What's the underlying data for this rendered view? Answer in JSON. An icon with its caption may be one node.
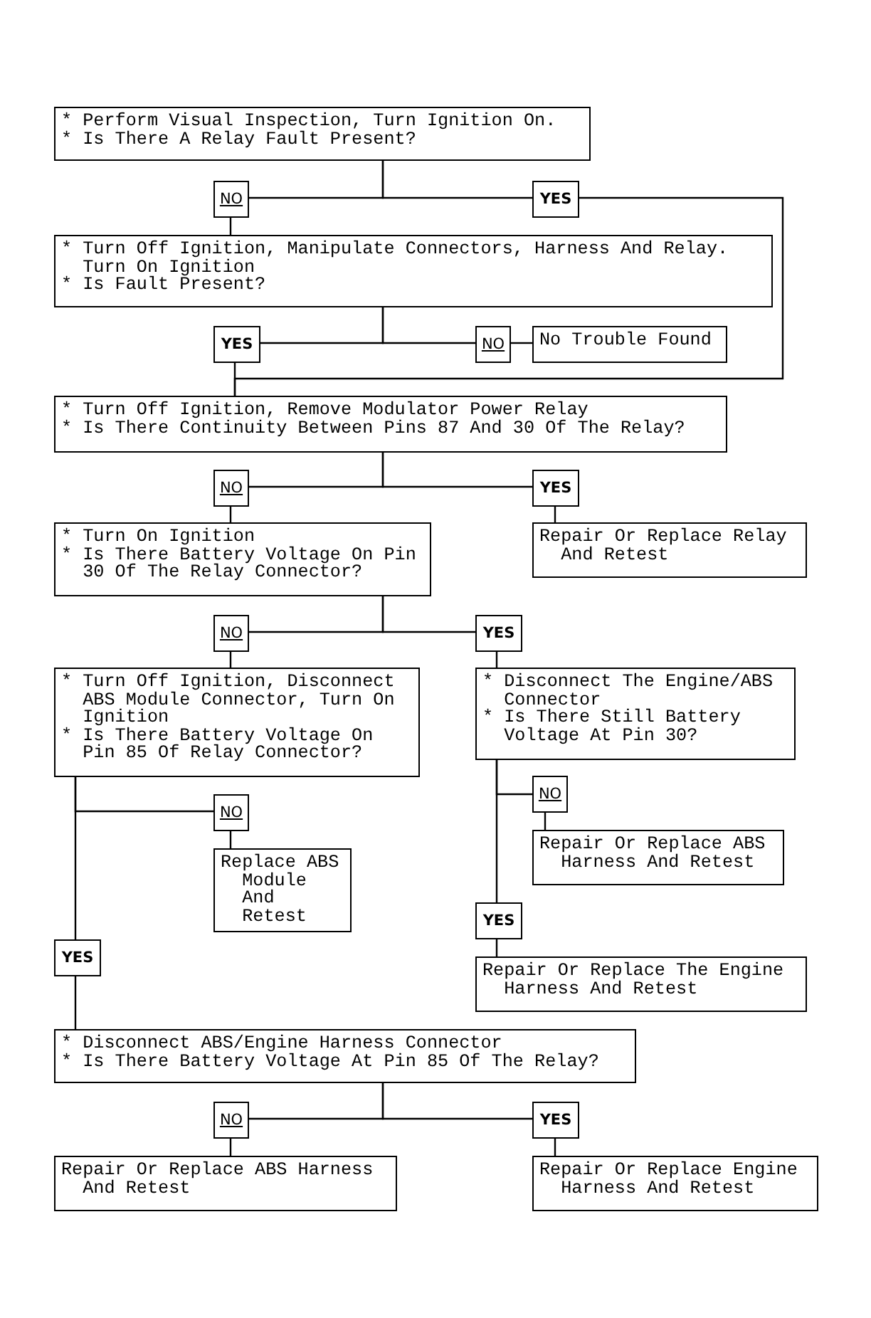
{
  "diagram": {
    "nodes": [
      {
        "text": [
          "* Perform Visual Inspection, Turn Ignition On.",
          "* Is There A Relay Fault Present?"
        ]
      },
      {
        "text": [
          "NO"
        ]
      },
      {
        "text": [
          "YES"
        ]
      },
      {
        "text": [
          "* Turn Off Ignition, Manipulate Connectors, Harness And Relay. Turn On Ignition",
          "* Is Fault Present?"
        ]
      },
      {
        "text": [
          "YES"
        ]
      },
      {
        "text": [
          "NO"
        ]
      },
      {
        "text": [
          "No Trouble Found"
        ]
      },
      {
        "text": [
          "* Turn Off Ignition, Remove Modulator Power Relay",
          "* Is There Continuity Between Pins 87 And 30 Of The Relay?"
        ]
      },
      {
        "text": [
          "NO"
        ]
      },
      {
        "text": [
          "YES"
        ]
      },
      {
        "text": [
          "* Turn On Ignition",
          "* Is There Battery Voltage On Pin 30 Of The Relay Connector?"
        ]
      },
      {
        "text": [
          "Repair Or Replace Relay And Retest"
        ]
      },
      {
        "text": [
          "NO"
        ]
      },
      {
        "text": [
          "YES"
        ]
      },
      {
        "text": [
          "* Turn Off Ignition, Disconnect ABS Module Connector, Turn On Ignition",
          "* Is There Battery Voltage On Pin 85 Of Relay Connector?"
        ]
      },
      {
        "text": [
          "* Disconnect The Engine/ABS Connector",
          "* Is There Still Battery Voltage At Pin 30?"
        ]
      },
      {
        "text": [
          "NO"
        ]
      },
      {
        "text": [
          "Replace ABS Module And Retest"
        ]
      },
      {
        "text": [
          "NO"
        ]
      },
      {
        "text": [
          "Repair Or Replace ABS Harness And Retest"
        ]
      },
      {
        "text": [
          "YES"
        ]
      },
      {
        "text": [
          "YES"
        ]
      },
      {
        "text": [
          "Repair Or Replace The Engine Harness And Retest"
        ]
      },
      {
        "text": [
          "* Disconnect ABS/Engine Harness Connector",
          "* Is There Battery Voltage At Pin 85 Of The Relay?"
        ]
      },
      {
        "text": [
          "NO"
        ]
      },
      {
        "text": [
          "YES"
        ]
      },
      {
        "text": [
          "Repair Or Replace ABS Harness And Retest"
        ]
      },
      {
        "text": [
          "Repair Or Replace Engine Harness And Retest"
        ]
      }
    ],
    "edges": [
      {
        "from": 0,
        "to": 1,
        "arrow": "none"
      },
      {
        "from": 0,
        "to": 2,
        "arrow": "none"
      },
      {
        "from": 1,
        "to": 3,
        "arrow": "none"
      },
      {
        "from": 2,
        "to": 7,
        "arrow": "none"
      },
      {
        "from": 3,
        "to": 4,
        "arrow": "none"
      },
      {
        "from": 3,
        "to": 5,
        "arrow": "none"
      },
      {
        "from": 5,
        "to": 6,
        "arrow": "none"
      },
      {
        "from": 4,
        "to": 7,
        "arrow": "none"
      },
      {
        "from": 7,
        "to": 8,
        "arrow": "none"
      },
      {
        "from": 7,
        "to": 9,
        "arrow": "none"
      },
      {
        "from": 8,
        "to": 10,
        "arrow": "none"
      },
      {
        "from": 9,
        "to": 11,
        "arrow": "none"
      },
      {
        "from": 10,
        "to": 12,
        "arrow": "none"
      },
      {
        "from": 10,
        "to": 13,
        "arrow": "none"
      },
      {
        "from": 12,
        "to": 14,
        "arrow": "none"
      },
      {
        "from": 13,
        "to": 15,
        "arrow": "none"
      },
      {
        "from": 14,
        "to": 16,
        "arrow": "none"
      },
      {
        "from": 14,
        "to": 20,
        "arrow": "none"
      },
      {
        "from": 16,
        "to": 17,
        "arrow": "none"
      },
      {
        "from": 15,
        "to": 18,
        "arrow": "none"
      },
      {
        "from": 15,
        "to": 21,
        "arrow": "none"
      },
      {
        "from": 18,
        "to": 19,
        "arrow": "none"
      },
      {
        "from": 21,
        "to": 22,
        "arrow": "none"
      },
      {
        "from": 20,
        "to": 23,
        "arrow": "none"
      },
      {
        "from": 23,
        "to": 24,
        "arrow": "none"
      },
      {
        "from": 23,
        "to": 25,
        "arrow": "none"
      },
      {
        "from": 24,
        "to": 26,
        "arrow": "none"
      },
      {
        "from": 25,
        "to": 27,
        "arrow": "none"
      }
    ]
  }
}
